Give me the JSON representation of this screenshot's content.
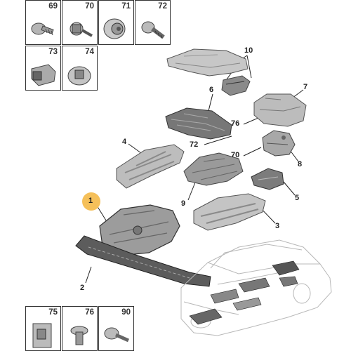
{
  "fasteners_top": [
    {
      "num": "69",
      "icon": "screw-with-washer-icon"
    },
    {
      "num": "70",
      "icon": "flange-screw-icon"
    },
    {
      "num": "71",
      "icon": "flange-nut-icon"
    },
    {
      "num": "72",
      "icon": "bolt-icon"
    },
    {
      "num": "73",
      "icon": "clip-nut-icon"
    },
    {
      "num": "74",
      "icon": "washer-nut-icon"
    }
  ],
  "fasteners_bottom": [
    {
      "num": "75",
      "icon": "bracket-clip-icon"
    },
    {
      "num": "76",
      "icon": "push-rivet-icon"
    },
    {
      "num": "90",
      "icon": "screw-icon"
    }
  ],
  "callouts": [
    "1",
    "2",
    "3",
    "4",
    "5",
    "6",
    "7",
    "8",
    "9",
    "10",
    "70",
    "72",
    "76"
  ]
}
